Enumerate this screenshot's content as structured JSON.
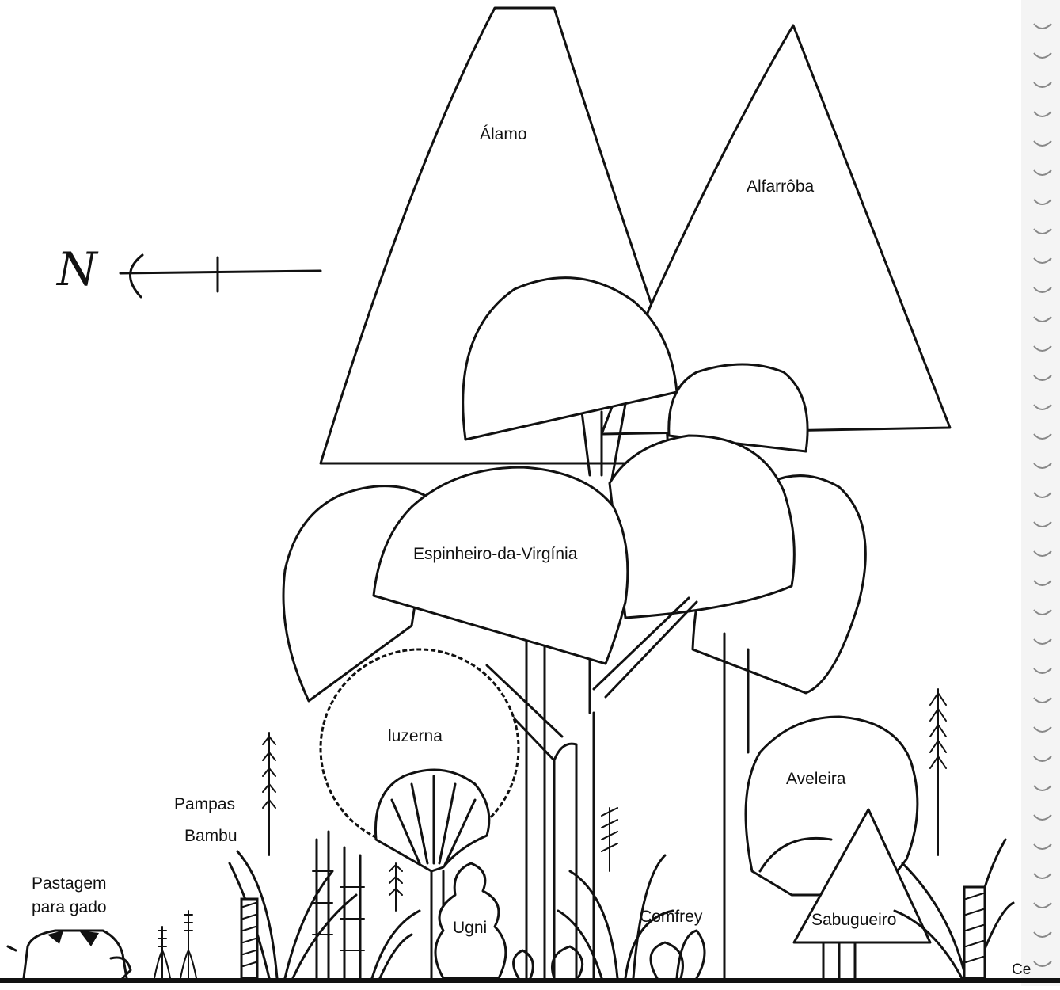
{
  "diagram": {
    "labels": {
      "alamo": "Álamo",
      "alfarroba": "Alfarrôba",
      "espinheiro": "Espinheiro-da-Virgínia",
      "luzerna": "luzerna",
      "aveleira": "Aveleira",
      "sabugueiro": "Sabugueiro",
      "comfrey": "Comfrey",
      "ugni": "Ugni",
      "pampas": "Pampas",
      "bambu": "Bambu",
      "pastagem_1": "Pastagem",
      "pastagem_2": "para gado",
      "cut_edge": "Ce"
    },
    "compass": {
      "letter": "N"
    }
  }
}
